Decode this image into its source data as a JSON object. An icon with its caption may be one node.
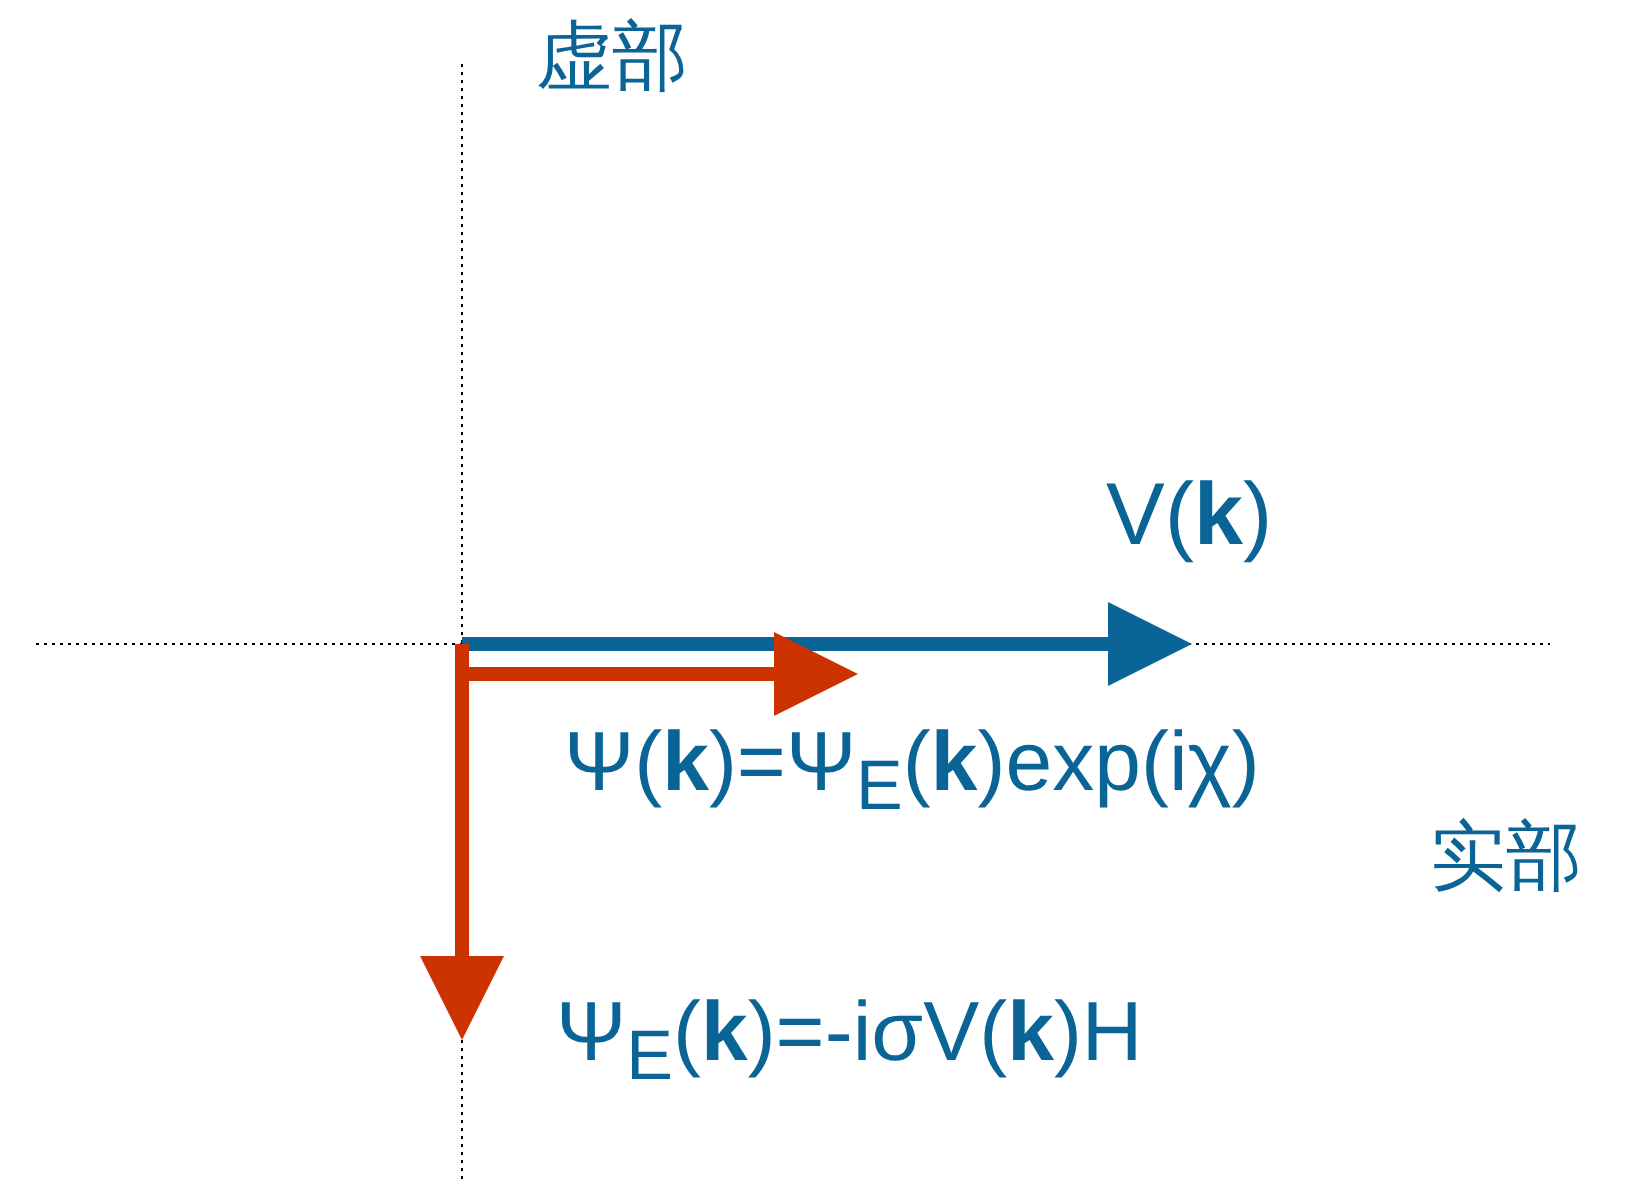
{
  "diagram": {
    "labels": [
      "虚部",
      "V(**k**)",
      "Ψ(**k**)=Ψ$_{E}$(**k**)exp(iχ)",
      "实部",
      "Ψ$_{E}$(**k**)=-iσV(**k**)H"
    ]
  }
}
